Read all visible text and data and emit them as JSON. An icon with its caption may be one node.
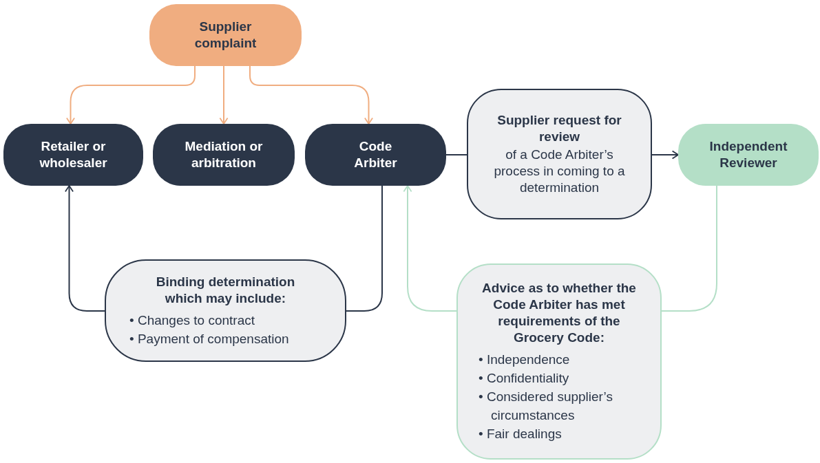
{
  "diagram": {
    "nodes": [
      {
        "text": [
          "Supplier complaint"
        ]
      },
      {
        "text": [
          "Retailer or wholesaler"
        ]
      },
      {
        "text": [
          "Mediation or arbitration"
        ]
      },
      {
        "text": [
          "Code Arbiter"
        ]
      },
      {
        "text": [
          "Supplier request for review",
          "of a Code Arbiter’s process in coming to a determination"
        ]
      },
      {
        "text": [
          "Independent Reviewer"
        ]
      },
      {
        "text": [
          "Binding determination which may include:",
          "• Changes to contract",
          "• Payment of compensation"
        ]
      },
      {
        "text": [
          "Advice as to whether the Code Arbiter has met requirements of the Grocery Code:",
          "• Independence",
          "• Confidentiality",
          "• Considered supplier’s circumstances",
          "• Fair dealings"
        ]
      }
    ],
    "edges": [
      {
        "from": 0,
        "to": 1,
        "arrow": "to",
        "color": "#f0ad80"
      },
      {
        "from": 0,
        "to": 2,
        "arrow": "to",
        "color": "#f0ad80"
      },
      {
        "from": 0,
        "to": 3,
        "arrow": "to",
        "color": "#f0ad80"
      },
      {
        "from": 3,
        "to": 4,
        "arrow": "none"
      },
      {
        "from": 4,
        "to": 5,
        "arrow": "to"
      },
      {
        "from": 3,
        "to": 6,
        "arrow": "none"
      },
      {
        "from": 6,
        "to": 1,
        "arrow": "to"
      },
      {
        "from": 5,
        "to": 7,
        "arrow": "none",
        "color": "#b4dfc7"
      },
      {
        "from": 7,
        "to": 3,
        "arrow": "to",
        "color": "#b4dfc7"
      }
    ]
  }
}
